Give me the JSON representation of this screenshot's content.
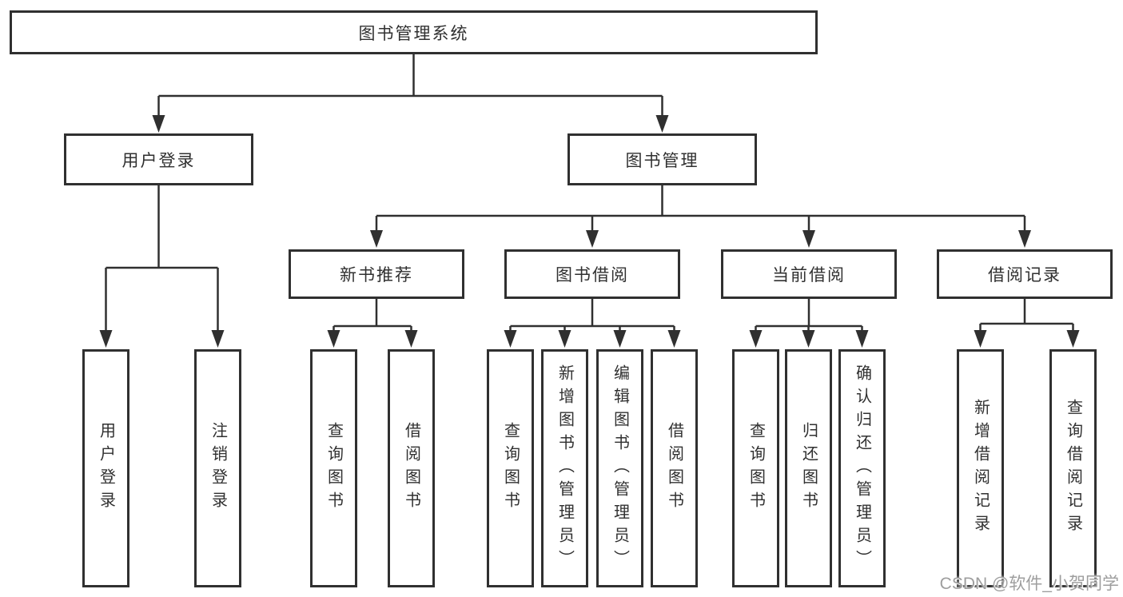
{
  "diagram": {
    "root": {
      "label": "图书管理系统"
    },
    "level2": {
      "user_login": {
        "label": "用户登录"
      },
      "book_management": {
        "label": "图书管理"
      }
    },
    "level3": {
      "new_book_recommend": {
        "label": "新书推荐"
      },
      "book_borrow": {
        "label": "图书借阅"
      },
      "current_borrow": {
        "label": "当前借阅"
      },
      "borrow_records": {
        "label": "借阅记录"
      }
    },
    "leaves": {
      "user_login": [
        "用户登录",
        "注销登录"
      ],
      "new_book_recommend": [
        "查询图书",
        "借阅图书"
      ],
      "book_borrow": [
        "查询图书",
        "新增图书（管理员）",
        "编辑图书（管理员）",
        "借阅图书"
      ],
      "current_borrow": [
        "查询图书",
        "归还图书",
        "确认归还（管理员）"
      ],
      "borrow_records": [
        "新增借阅记录",
        "查询借阅记录"
      ]
    }
  },
  "watermark": "CSDN @软件_小贺同学",
  "colors": {
    "line": "#303030",
    "text": "#303030",
    "watermark": "#9e9e9e",
    "background": "#ffffff"
  }
}
